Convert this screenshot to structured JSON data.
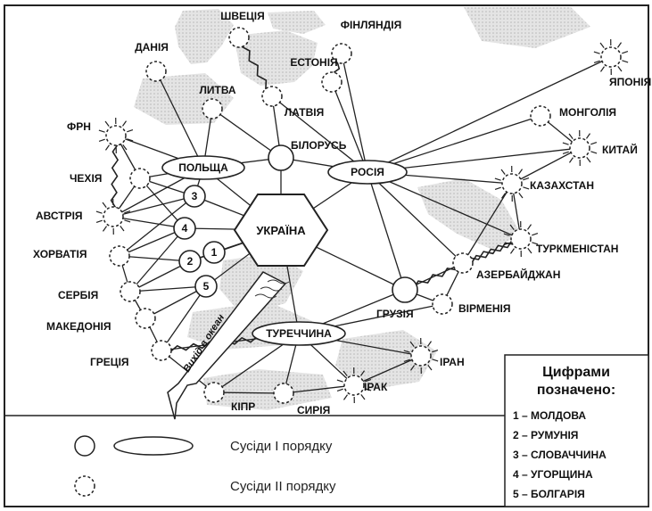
{
  "center": "УКРАЇНА",
  "first_order": [
    {
      "id": "polshcha",
      "label": "ПОЛЬЩА"
    },
    {
      "id": "rosiia",
      "label": "РОСІЯ"
    },
    {
      "id": "turechchyna",
      "label": "ТУРЕЧЧИНА"
    },
    {
      "id": "bilorus",
      "label": "БІЛОРУСЬ"
    },
    {
      "id": "gruziia",
      "label": "ГРУЗІЯ"
    }
  ],
  "numbered": [
    {
      "id": "n1",
      "label": "1"
    },
    {
      "id": "n2",
      "label": "2"
    },
    {
      "id": "n3",
      "label": "3"
    },
    {
      "id": "n4",
      "label": "4"
    },
    {
      "id": "n5",
      "label": "5"
    }
  ],
  "second_order": [
    {
      "id": "shvetsiia",
      "label": "ШВЕЦІЯ",
      "sun": false
    },
    {
      "id": "finliandiia",
      "label": "ФІНЛЯНДІЯ",
      "sun": false
    },
    {
      "id": "daniia",
      "label": "ДАНІЯ",
      "sun": false
    },
    {
      "id": "estoniia",
      "label": "ЕСТОНІЯ",
      "sun": false
    },
    {
      "id": "lytva",
      "label": "ЛИТВА",
      "sun": false
    },
    {
      "id": "latviia",
      "label": "ЛАТВІЯ",
      "sun": false
    },
    {
      "id": "frn",
      "label": "ФРН",
      "sun": true
    },
    {
      "id": "chekhiia",
      "label": "ЧЕХІЯ",
      "sun": false
    },
    {
      "id": "avstriia",
      "label": "АВСТРІЯ",
      "sun": true
    },
    {
      "id": "khorvatiia",
      "label": "ХОРВАТІЯ",
      "sun": false
    },
    {
      "id": "serbiia",
      "label": "СЕРБІЯ",
      "sun": false
    },
    {
      "id": "makedoniia",
      "label": "МАКЕДОНІЯ",
      "sun": false
    },
    {
      "id": "gretsiia",
      "label": "ГРЕЦІЯ",
      "sun": false
    },
    {
      "id": "kipr",
      "label": "КІПР",
      "sun": false
    },
    {
      "id": "syriia",
      "label": "СИРІЯ",
      "sun": false
    },
    {
      "id": "irak",
      "label": "ІРАК",
      "sun": true
    },
    {
      "id": "iran",
      "label": "ІРАН",
      "sun": true
    },
    {
      "id": "virmeniia",
      "label": "ВІРМЕНІЯ",
      "sun": false
    },
    {
      "id": "azerbaidzhan",
      "label": "АЗЕРБАЙДЖАН",
      "sun": false
    },
    {
      "id": "turkmenistan",
      "label": "ТУРКМЕНІСТАН",
      "sun": true
    },
    {
      "id": "kazakhstan",
      "label": "КАЗАХСТАН",
      "sun": true
    },
    {
      "id": "kytai",
      "label": "КИТАЙ",
      "sun": true
    },
    {
      "id": "mongoliia",
      "label": "МОНГОЛІЯ",
      "sun": false
    },
    {
      "id": "yaponiia",
      "label": "ЯПОНІЯ",
      "sun": true
    }
  ],
  "ocean_label": "Вихід в океан",
  "notes": {
    "title_line1": "Цифрами",
    "title_line2": "позначено:",
    "items": [
      "1 – МОЛДОВА",
      "2 – РУМУНІЯ",
      "3 – СЛОВАЧЧИНА",
      "4 – УГОРЩИНА",
      "5 – БОЛГАРІЯ"
    ]
  },
  "legend": {
    "first_order": "Сусіди І порядку",
    "second_order": "Сусіди ІІ порядку"
  }
}
